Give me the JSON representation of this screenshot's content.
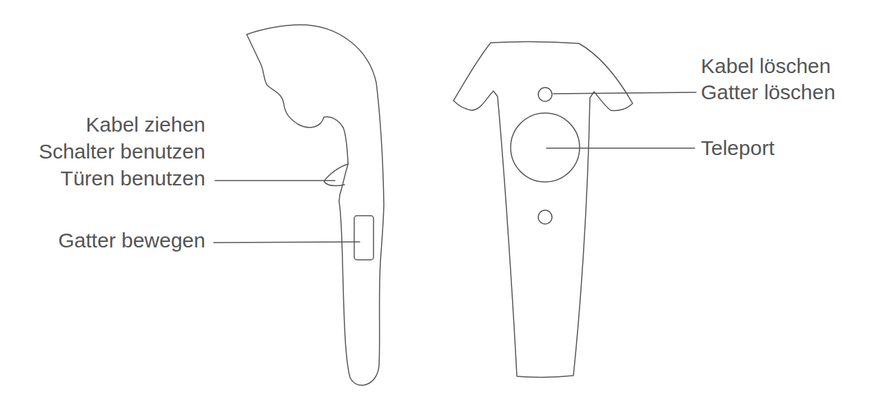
{
  "diagram": {
    "labels": [
      "Kabel ziehen",
      "Schalter benutzen",
      "Türen benutzen",
      "Gatter bewegen",
      "Kabel löschen",
      "Gatter löschen",
      "Teleport"
    ]
  }
}
